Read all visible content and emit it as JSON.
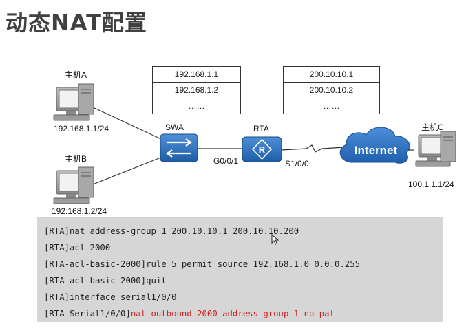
{
  "title": "动态NAT配置",
  "hosts": {
    "a": {
      "name": "主机A",
      "ip": "192.168.1.1/24"
    },
    "b": {
      "name": "主机B",
      "ip": "192.168.1.2/24"
    },
    "c": {
      "name": "主机C",
      "ip": "100.1.1.1/24"
    }
  },
  "devices": {
    "swa": "SWA",
    "rta": "RTA",
    "internet": "Internet",
    "router_glyph": "R"
  },
  "interfaces": {
    "g0": "G0/0/1",
    "s1": "S1/0/0"
  },
  "private_pool": [
    "192.168.1.1",
    "192.168.1.2",
    "……"
  ],
  "public_pool": [
    "200.10.10.1",
    "200.10.10.2",
    "……"
  ],
  "code": [
    {
      "text": "[RTA]nat address-group 1 200.10.10.1 200.10.10.200",
      "hl": ""
    },
    {
      "text": "[RTA]acl 2000",
      "hl": ""
    },
    {
      "text": "[RTA-acl-basic-2000]rule 5 permit source 192.168.1.0 0.0.0.255",
      "hl": ""
    },
    {
      "text": "[RTA-acl-basic-2000]quit",
      "hl": ""
    },
    {
      "text": "[RTA]interface serial1/0/0",
      "hl": ""
    },
    {
      "text": "[RTA-Serial1/0/0]",
      "hl": "nat outbound 2000 address-group 1 no-pat"
    }
  ],
  "colors": {
    "device_blue": "#2a6db5",
    "highlight_red": "#d21f1f",
    "code_bg": "#d6d6d6",
    "title_gray": "#404040"
  }
}
